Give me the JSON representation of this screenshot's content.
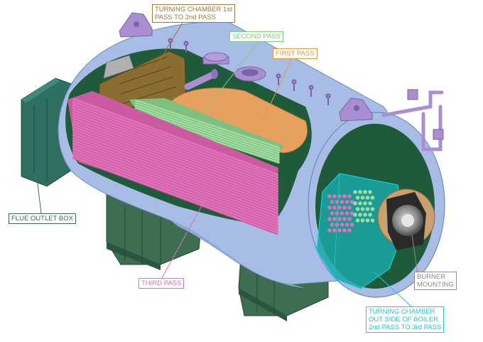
{
  "labels": {
    "turning_chamber_1": {
      "lines": [
        "TURNING CHAMBER 1st",
        "PASS TO 2nd PASS"
      ],
      "color": "#9a7a3a"
    },
    "second_pass": {
      "text": "SECOND PASS",
      "color": "#7ccf7c"
    },
    "first_pass": {
      "text": "FIRST PASS",
      "color": "#e09a3a"
    },
    "flue_outlet_box": {
      "text": "FLUE OUTLET BOX",
      "color": "#3a6a5a"
    },
    "third_pass": {
      "text": "THIRD PASS",
      "color": "#e070b8"
    },
    "burner_mounting": {
      "lines": [
        "BURNER",
        "MOUNTING"
      ],
      "color": "#8a8a8a"
    },
    "turning_chamber_2": {
      "lines": [
        "TURNING CHAMBER",
        "OUT SIDE OF BOILER",
        "2nd PASS TO 3rd PASS"
      ],
      "color": "#20c8d8"
    }
  },
  "colors": {
    "shell": "#a8bde6",
    "shell_dark": "#7f98cc",
    "interior": "#1f5a3a",
    "saddle": "#3a6b4f",
    "pipework": "#a98fd1",
    "third_pass_tubes": "#e070b8",
    "second_pass_tubes": "#9fdc9f",
    "furnace": "#e8a060",
    "rear_chamber": "#9a7a3a",
    "turning_chamber_box": "#20b6b6",
    "burner": "#2a2a2a"
  }
}
